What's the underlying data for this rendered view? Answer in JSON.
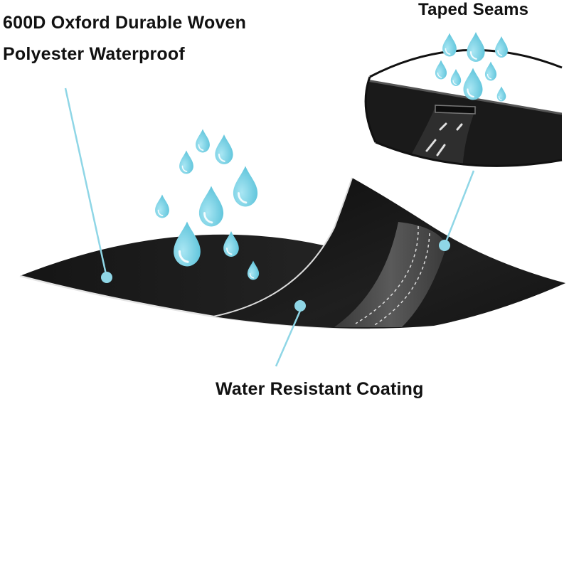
{
  "labels": {
    "fabric_line1": "600D Oxford Durable Woven",
    "fabric_line2": "Polyester Waterproof",
    "seams": "Taped Seams",
    "coating": "Water Resistant Coating"
  },
  "colors": {
    "fabric": "#1b1b1b",
    "fabric_edge": "#d9d9d9",
    "seam_tape": "#4a4a4a",
    "droplet": "#7fd3e6",
    "leader_line": "#8fd6e6",
    "text": "#111111"
  },
  "icons": [
    "water-droplet-icon",
    "leader-dot-icon"
  ]
}
